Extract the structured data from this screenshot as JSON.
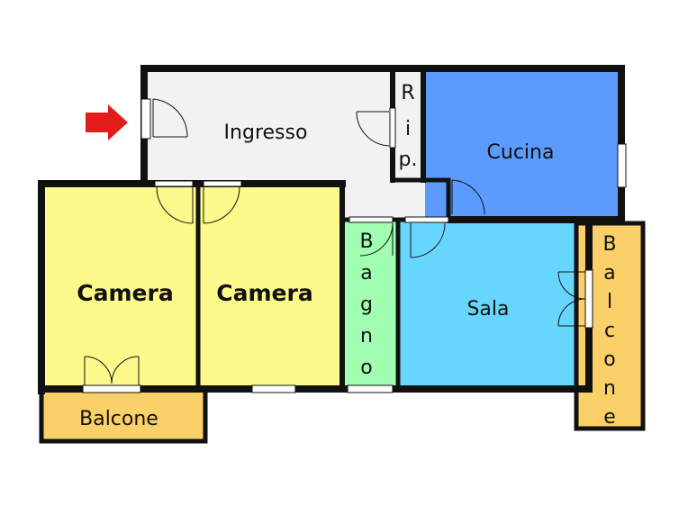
{
  "colors": {
    "wall": "#111111",
    "ingresso": "#f2f2f2",
    "ripostiglio": "#f2f2f2",
    "cucina": "#5b9bff",
    "sala": "#66d6ff",
    "bagno": "#a0ffb0",
    "camera": "#fdf98a",
    "balcone": "#fcd069",
    "window": "#ffffff",
    "entry_arrow": "#e21b1b"
  },
  "rooms": {
    "ingresso": "Ingresso",
    "ripostiglio": [
      "R",
      "i",
      "p."
    ],
    "cucina": "Cucina",
    "camera_left": "Camera",
    "camera_right": "Camera",
    "bagno": [
      "B",
      "a",
      "g",
      "n",
      "o"
    ],
    "sala": "Sala",
    "balcone_bottom": "Balcone",
    "balcone_right": [
      "B",
      "a",
      "l",
      "c",
      "o",
      "n",
      "e"
    ]
  },
  "icons": {
    "entry": "entry-arrow-icon",
    "door": "door-swing-icon",
    "window": "window-icon"
  }
}
